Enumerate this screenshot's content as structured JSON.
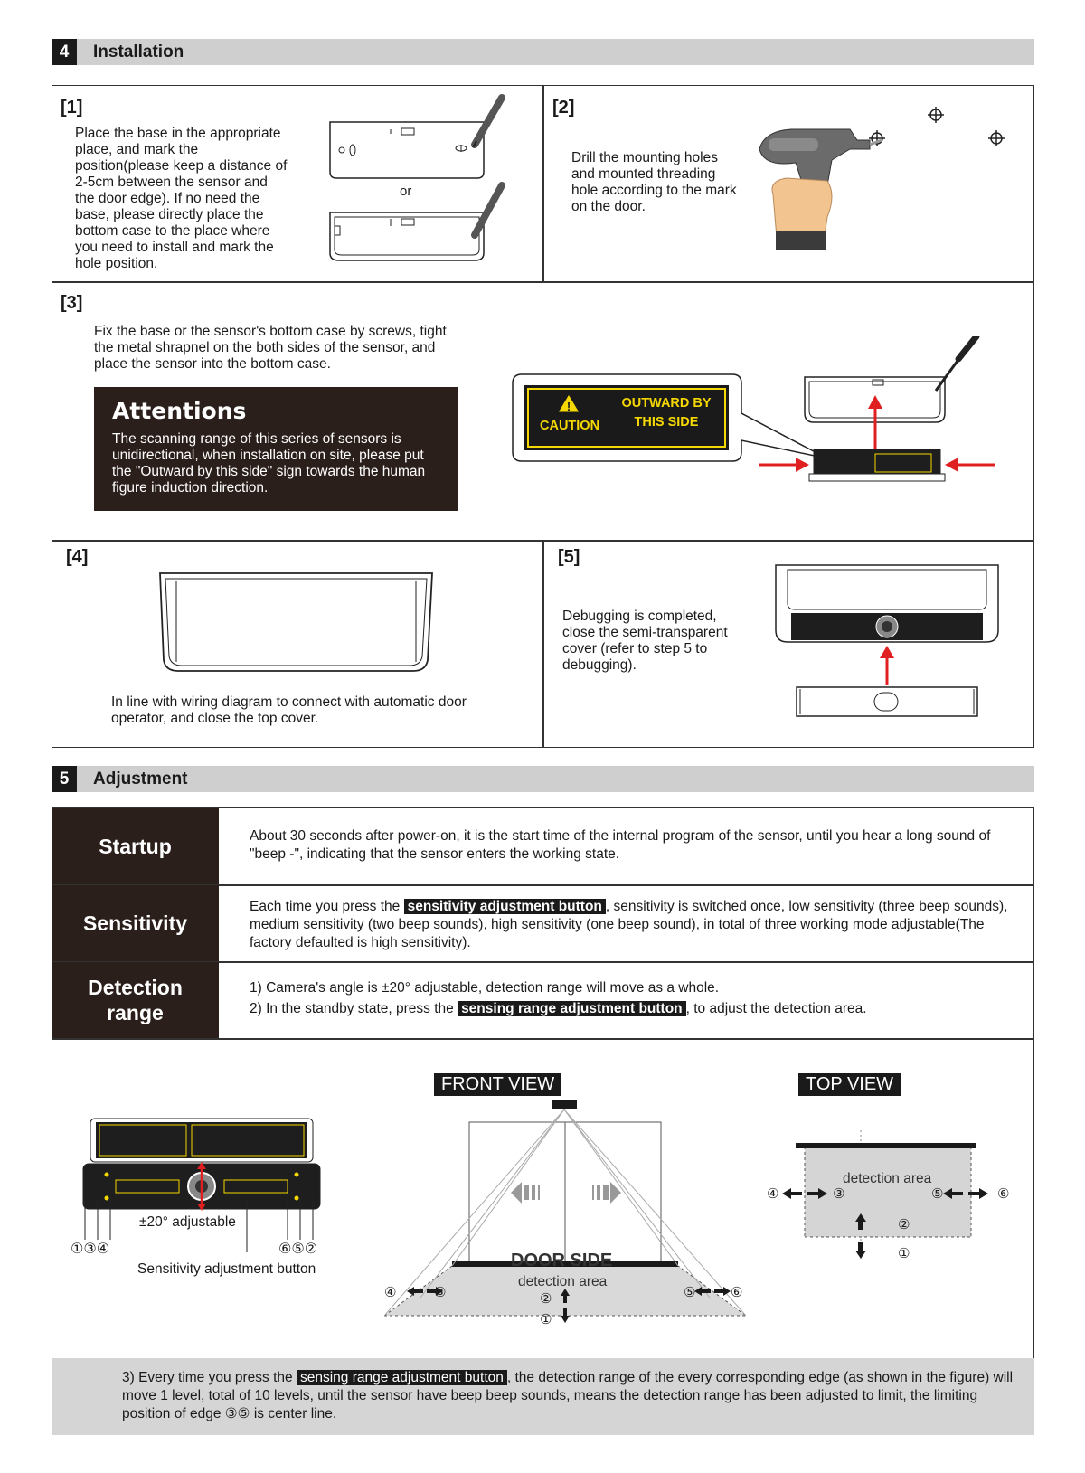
{
  "section4": {
    "number": "4",
    "title": "Installation",
    "step1": {
      "num": "[1]",
      "text": "Place the base in the appropriate place, and mark the position(please keep a distance of 2-5cm between the sensor and the door edge). If no need the base, please directly place the bottom case to the place where you need to install and mark the hole position.",
      "or": "or"
    },
    "step2": {
      "num": "[2]",
      "text": "Drill the mounting holes and mounted threading hole according to the mark on the door."
    },
    "step3": {
      "num": "[3]",
      "text": "Fix the base or the sensor's bottom case by screws, tight the metal shrapnel on the both sides of the sensor, and place the sensor into the bottom case.",
      "attention_title": "Attentions",
      "attention_text": "The scanning range of this series of sensors is unidirectional, when installation on site, please put the \"Outward by this side\" sign towards the human figure induction direction.",
      "caution": "CAUTION",
      "outward_line1": "OUTWARD BY",
      "outward_line2": "THIS SIDE"
    },
    "step4": {
      "num": "[4]",
      "text": "In line with wiring diagram to connect with automatic door operator, and close the top cover."
    },
    "step5": {
      "num": "[5]",
      "text": "Debugging is completed, close the semi-transparent cover (refer to step 5 to debugging)."
    }
  },
  "section5": {
    "number": "5",
    "title": "Adjustment",
    "startup": {
      "label": "Startup",
      "text": "About 30 seconds after power-on, it is the start time of the internal program of the sensor, until you hear a long sound of \"beep -\", indicating that the sensor enters the working state."
    },
    "sensitivity": {
      "label": "Sensitivity",
      "pre": "Each time you press the ",
      "highlight": "sensitivity adjustment button",
      "post": ", sensitivity is switched once, low sensitivity (three beep sounds), medium sensitivity (two beep sounds), high sensitivity (one beep sound), in total of three working mode adjustable(The factory defaulted is high sensitivity)."
    },
    "detection": {
      "label_line1": "Detection",
      "label_line2": "range",
      "line1": "1) Camera's angle is ±20° adjustable, detection range will move as a whole.",
      "line2_pre": "2) In the standby state, press the ",
      "line2_highlight": "sensing range adjustment button",
      "line2_post": ", to adjust the detection area."
    },
    "diagram": {
      "front_view": "FRONT VIEW",
      "top_view": "TOP VIEW",
      "angle_label": "±20° adjustable",
      "sens_button_label": "Sensitivity adjustment button",
      "left_marks": "①③④",
      "right_marks": "⑥⑤②",
      "door_side": "DOOR  SIDE",
      "detection_area": "detection area",
      "m1": "①",
      "m2": "②",
      "m3": "③",
      "m4": "④",
      "m5": "⑤",
      "m6": "⑥"
    },
    "note": {
      "pre": "3) Every time you press the ",
      "highlight": "sensing range adjustment button",
      "post": ", the detection range of the every corresponding edge (as shown in the figure) will move 1 level, total of 10 levels, until the sensor have beep beep sounds, means the detection range has been adjusted to limit, the limiting position of edge ③⑤ is center line."
    }
  }
}
